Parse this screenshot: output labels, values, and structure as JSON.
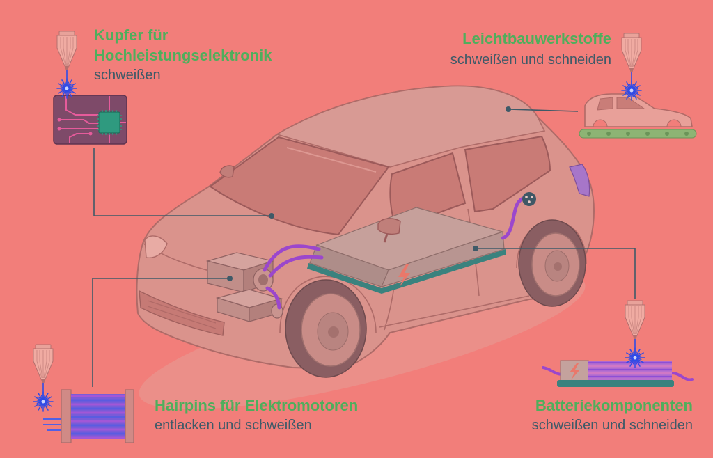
{
  "labels": {
    "copper": {
      "title_line1": "Kupfer für",
      "title_line2": "Hochleistungselektronik",
      "subtitle": "schweißen"
    },
    "lightweight": {
      "title": "Leichtbauwerkstoffe",
      "subtitle": "schweißen und schneiden"
    },
    "hairpins": {
      "title": "Hairpins für Elektromotoren",
      "subtitle": "entlacken und schweißen"
    },
    "battery": {
      "title": "Batteriekomponenten",
      "subtitle": "schweißen und schneiden"
    }
  },
  "colors": {
    "background": "#F27E7A",
    "title": "#4FAE5C",
    "subtitle": "#3E5A68",
    "leader_line": "#3E5A68",
    "laser_beam": "#2F4BE6",
    "cable": "#9B47CC",
    "battery_base": "#3A827E",
    "conveyor": "#8DB474"
  },
  "icons": [
    "laser-head-icon",
    "laser-spark-icon",
    "circuit-board-icon",
    "car-body-shell-icon",
    "hairpin-stator-icon",
    "battery-module-icon",
    "lightning-icon",
    "charging-port-icon"
  ]
}
